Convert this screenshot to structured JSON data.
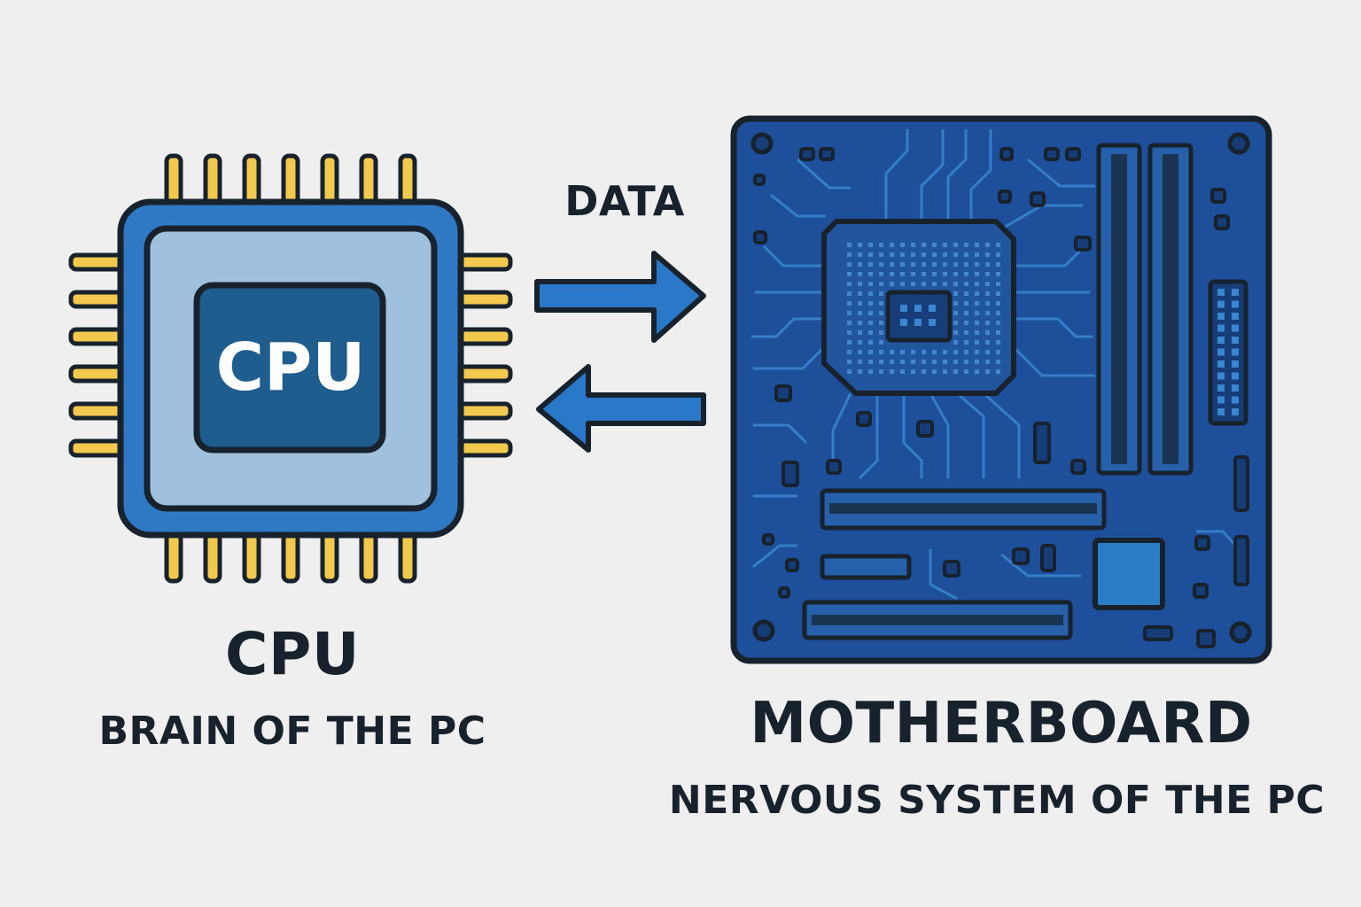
{
  "cpu": {
    "chip_text": "CPU",
    "title": "CPU",
    "subtitle": "BRAIN OF THE PC"
  },
  "flow": {
    "label": "DATA"
  },
  "motherboard": {
    "title": "MOTHERBOARD",
    "subtitle": "NERVOUS SYSTEM OF THE PC"
  },
  "colors": {
    "background": "#efefef",
    "outline": "#17222c",
    "cpu_frame": "#2f78c4",
    "cpu_inner": "#9fc1dd",
    "cpu_core": "#1e5d8e",
    "pins": "#f2c94c",
    "arrow": "#2a78c8",
    "board": "#1d4f9a",
    "board_trace": "#3a86d0"
  }
}
